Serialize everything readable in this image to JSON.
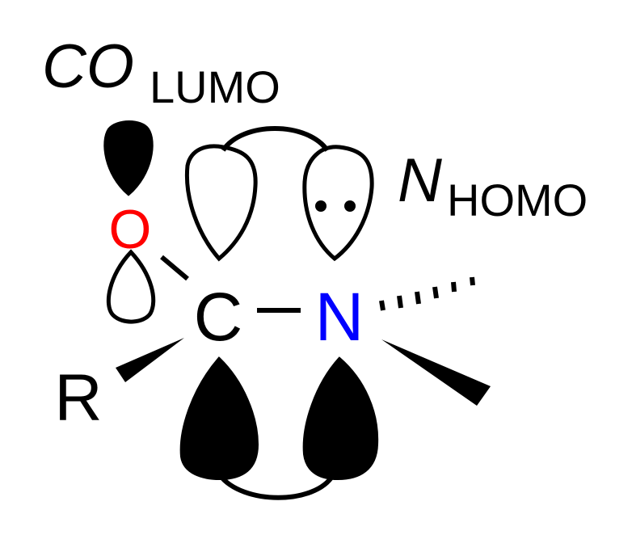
{
  "labels": {
    "co_main": "CO",
    "co_sub": "LUMO",
    "n_main": "N",
    "n_sub": "HOMO",
    "atom_o": "O",
    "atom_c": "C",
    "atom_n": "N",
    "atom_r": "R"
  },
  "colors": {
    "oxygen": "#ff0000",
    "nitrogen": "#0000ff",
    "ink": "#000000",
    "background": "#ffffff"
  }
}
